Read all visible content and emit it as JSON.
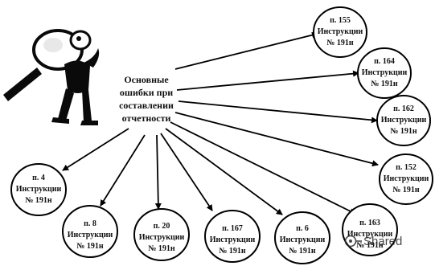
{
  "center": {
    "lines": [
      "Основные",
      "ошибки при",
      "составлении",
      "отчетности"
    ]
  },
  "bubbles": [
    {
      "id": "p155",
      "lines": [
        "п. 155",
        "Инструкции",
        "№ 191н"
      ]
    },
    {
      "id": "p164",
      "lines": [
        "п. 164",
        "Инструкции",
        "№ 191н"
      ]
    },
    {
      "id": "p162",
      "lines": [
        "п. 162",
        "Инструкции",
        "№ 191н"
      ]
    },
    {
      "id": "p152",
      "lines": [
        "п. 152",
        "Инструкции",
        "№ 191н"
      ]
    },
    {
      "id": "p163",
      "lines": [
        "п. 163",
        "Инструкции",
        "№ 191н"
      ]
    },
    {
      "id": "p6",
      "lines": [
        "п. 6",
        "Инструкции",
        "№ 191н"
      ]
    },
    {
      "id": "p167",
      "lines": [
        "п. 167",
        "Инструкции",
        "№ 191н"
      ]
    },
    {
      "id": "p20",
      "lines": [
        "п. 20",
        "Инструкции",
        "№ 191н"
      ]
    },
    {
      "id": "p8",
      "lines": [
        "п. 8",
        "Инструкции",
        "№ 191н"
      ]
    },
    {
      "id": "p4",
      "lines": [
        "п. 4",
        "Инструкции",
        "№ 191н"
      ]
    }
  ],
  "watermark": {
    "icon": "share-icon",
    "text": "Shared"
  },
  "illustration": {
    "icon": "magnifier-person-icon"
  }
}
